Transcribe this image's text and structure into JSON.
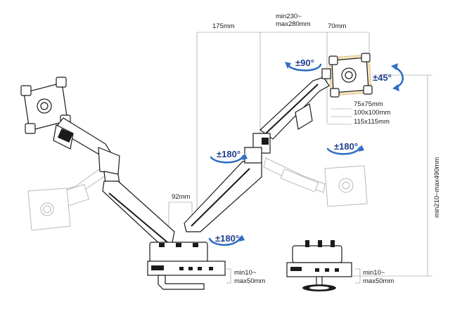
{
  "labels": {
    "arm_span": "175mm",
    "arm_length": "min230~\nmax280mm",
    "plate_offset": "70mm",
    "rotation": "±90°",
    "tilt": "±45°",
    "vesa_1": "75x75mm",
    "vesa_2": "100x100mm",
    "vesa_3": "115x115mm",
    "swivel_upper_left": "±180°",
    "swivel_upper_right": "±180°",
    "swivel_base": "±180°",
    "pole_width": "92mm",
    "height_range": "min210~max490mm",
    "desk_clamp": "min10~\nmax50mm",
    "desk_grommet": "min10~\nmax50mm"
  },
  "colors": {
    "rotation_arrow": "#2f6fc4",
    "rotation_text": "#1f3f8f",
    "vesa_plate_highlight": "#f6e4c2"
  }
}
